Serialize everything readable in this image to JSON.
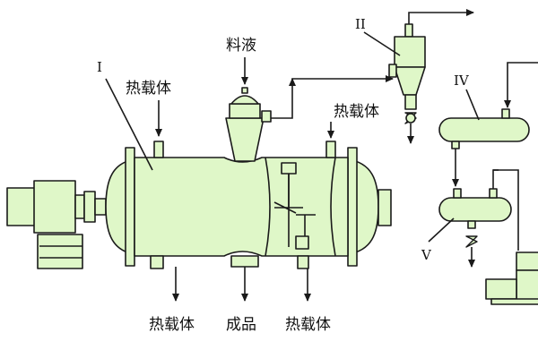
{
  "colors": {
    "equipment_fill": "#dff7c8",
    "line": "#1a1a1a",
    "text": "#111111"
  },
  "equipment_ids": {
    "dryer": "I",
    "cyclone": "II",
    "condenser": "IV",
    "receiver": "V"
  },
  "labels": {
    "feed_liquid": "料液",
    "heat_medium": "热载体",
    "product": "成品"
  }
}
